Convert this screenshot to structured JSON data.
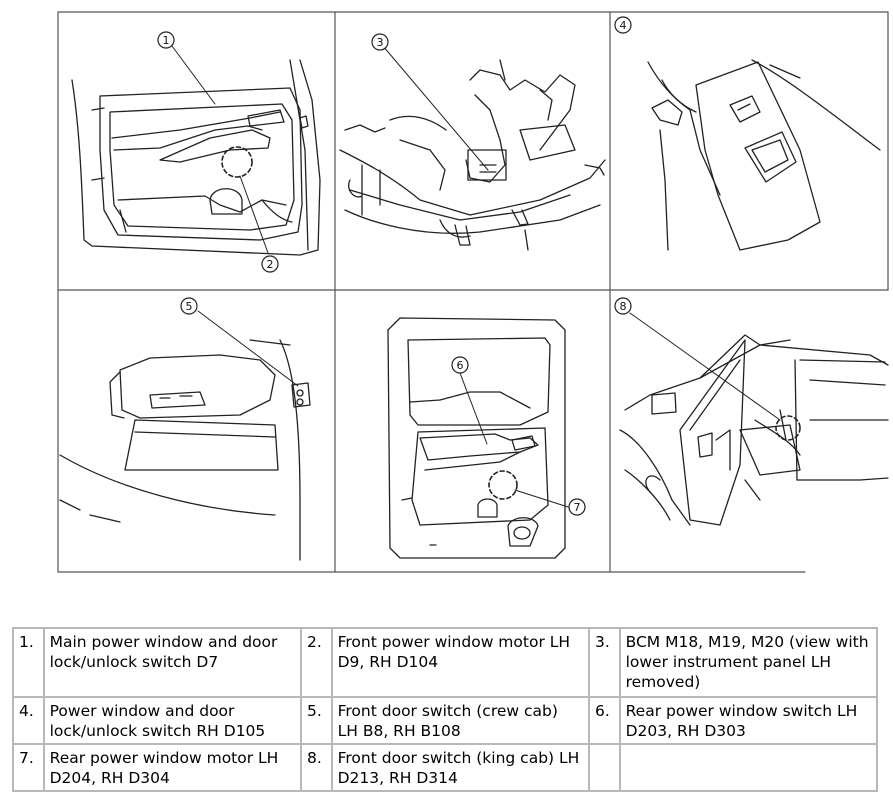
{
  "figure": {
    "callouts": [
      "1",
      "2",
      "3",
      "4",
      "5",
      "6",
      "7",
      "8"
    ]
  },
  "legend": {
    "rows": [
      [
        {
          "num": "1.",
          "text": "Main power window and door lock/unlock switch D7"
        },
        {
          "num": "2.",
          "text": "Front power window motor LH D9, RH D104"
        },
        {
          "num": "3.",
          "text": "BCM M18, M19, M20 (view with lower instrument panel LH removed)"
        }
      ],
      [
        {
          "num": "4.",
          "text": "Power window and door lock/unlock switch RH D105"
        },
        {
          "num": "5.",
          "text": "Front door switch (crew cab) LH B8, RH B108"
        },
        {
          "num": "6.",
          "text": "Rear power window switch LH D203, RH D303"
        }
      ],
      [
        {
          "num": "7.",
          "text": "Rear power window motor LH D204, RH D304"
        },
        {
          "num": "8.",
          "text": "Front door switch (king cab) LH D213, RH D314"
        },
        {
          "num": "",
          "text": ""
        }
      ]
    ]
  }
}
